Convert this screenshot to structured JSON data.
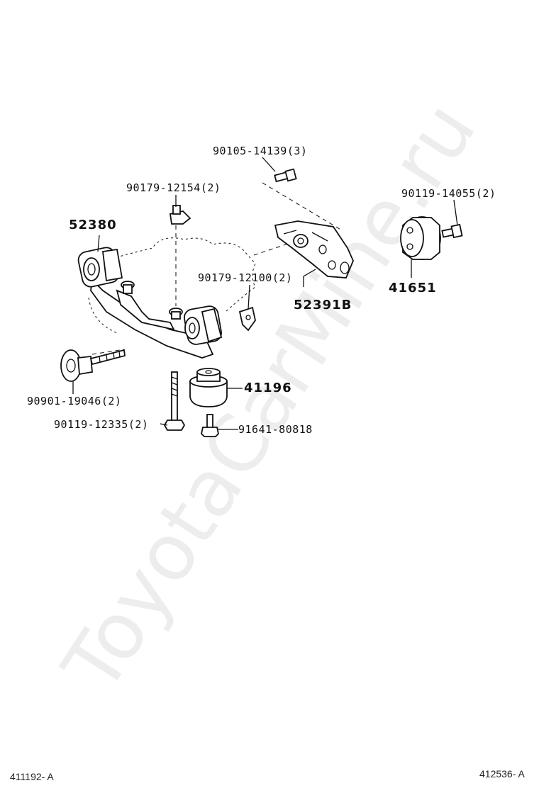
{
  "callouts": {
    "p90105": "90105-14139(3)",
    "p90179a": "90179-12154(2)",
    "p90119a": "90119-14055(2)",
    "p52380": "52380",
    "p41651": "41651",
    "p90179b": "90179-12100(2)",
    "p52391b": "52391B",
    "p41196": "41196",
    "p90901": "90901-19046(2)",
    "p90119b": "90119-12335(2)",
    "p91641": "91641-80818"
  },
  "footer": {
    "left": "411192- A",
    "right": "412536- A"
  },
  "watermark": "ToyotaCarMine.ru"
}
